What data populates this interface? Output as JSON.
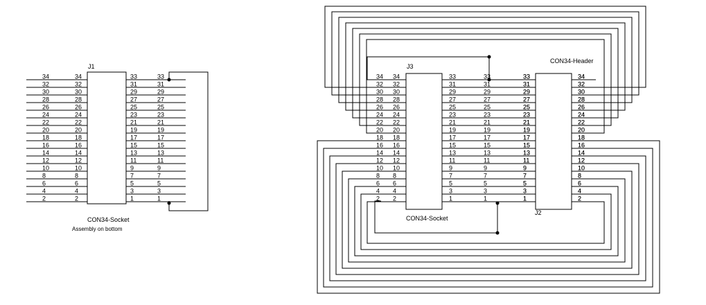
{
  "left_schematic": {
    "designator": "J1",
    "part": "CON34-Socket",
    "note": "Assembly on bottom",
    "even_pins": [
      "34",
      "32",
      "30",
      "28",
      "26",
      "24",
      "22",
      "20",
      "18",
      "16",
      "14",
      "12",
      "10",
      "8",
      "6",
      "4",
      "2"
    ],
    "odd_pins": [
      "33",
      "31",
      "29",
      "27",
      "25",
      "23",
      "21",
      "19",
      "17",
      "15",
      "13",
      "11",
      "9",
      "7",
      "5",
      "3",
      "1"
    ]
  },
  "right_schematic": {
    "socket_designator": "J3",
    "socket_part": "CON34-Socket",
    "header_designator": "J2",
    "header_part": "CON34-Header",
    "even_pins": [
      "34",
      "32",
      "30",
      "28",
      "26",
      "24",
      "22",
      "20",
      "18",
      "16",
      "14",
      "12",
      "10",
      "8",
      "6",
      "4",
      "2"
    ],
    "odd_pins": [
      "33",
      "31",
      "29",
      "27",
      "25",
      "23",
      "21",
      "19",
      "17",
      "15",
      "13",
      "11",
      "9",
      "7",
      "5",
      "3",
      "1"
    ]
  },
  "colors": {
    "line": "#000000",
    "background": "#ffffff"
  }
}
